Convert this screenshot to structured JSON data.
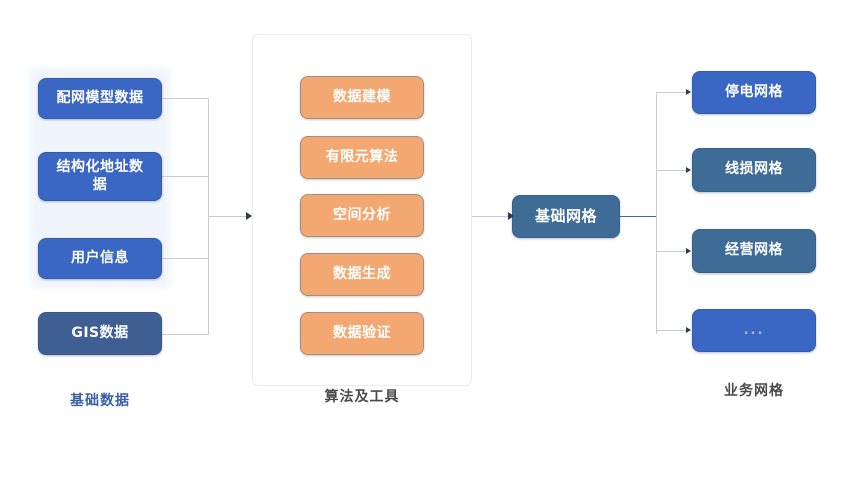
{
  "diagram": {
    "groups": {
      "left_caption": "基础数据",
      "middle_caption": "算法及工具",
      "right_caption": "业务网格"
    },
    "left_nodes": [
      {
        "label": "配网模型数据"
      },
      {
        "label": "结构化地址数据"
      },
      {
        "label": "用户信息"
      },
      {
        "label": "GIS数据"
      }
    ],
    "middle_nodes": [
      {
        "label": "数据建模"
      },
      {
        "label": "有限元算法"
      },
      {
        "label": "空间分析"
      },
      {
        "label": "数据生成"
      },
      {
        "label": "数据验证"
      }
    ],
    "center_node": {
      "label": "基础网格"
    },
    "right_nodes": [
      {
        "label": "停电网格"
      },
      {
        "label": "线损网格"
      },
      {
        "label": "经营网格"
      },
      {
        "label": "..."
      }
    ],
    "colors": {
      "blue": "#3a66c4",
      "blue_muted": "#3f5f93",
      "steel": "#3f6c96",
      "orange": "#f3a871",
      "connector": "#c9cdd2",
      "caption_blue": "#3a5fa8",
      "caption_gray": "#4a4a4a",
      "panel_border": "#ececed",
      "background": "#ffffff"
    }
  }
}
